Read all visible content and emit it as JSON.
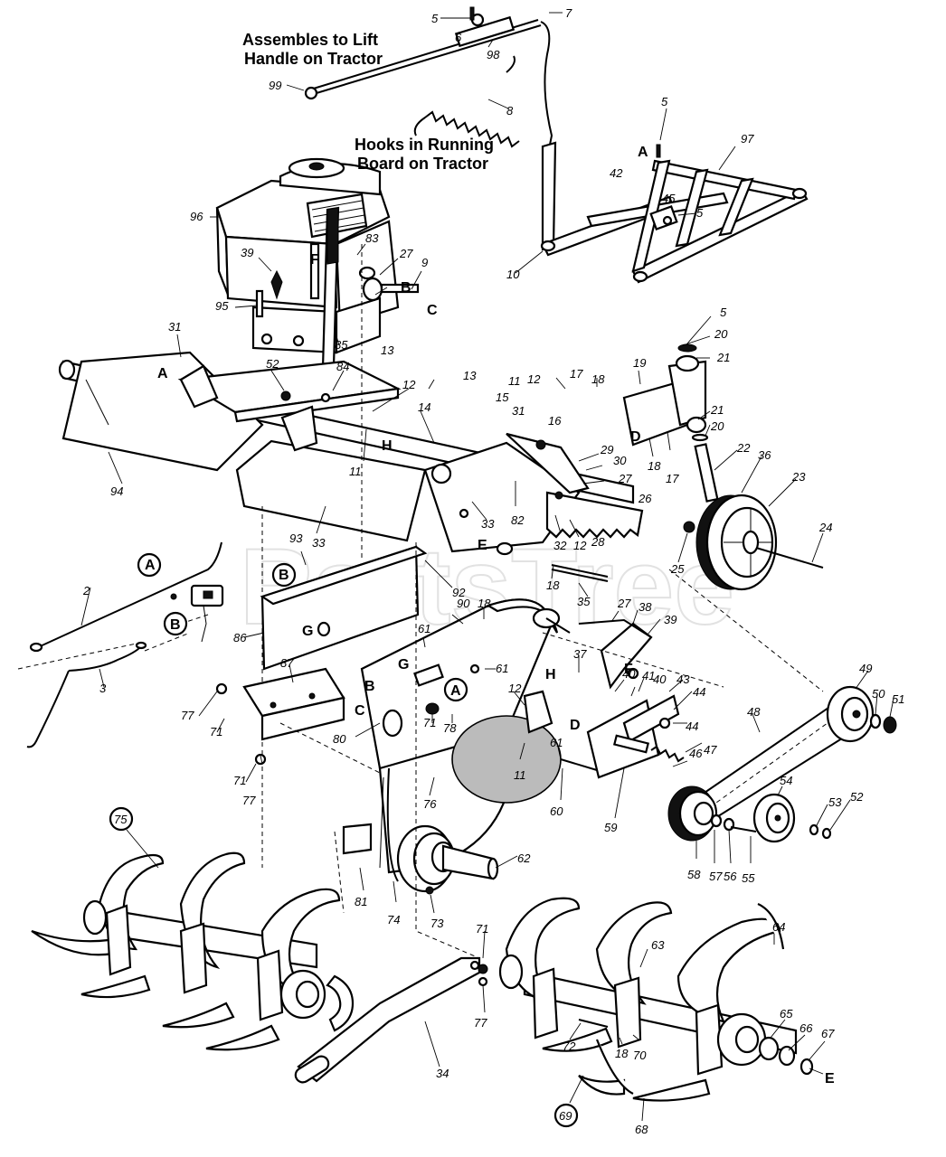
{
  "watermark": "PartsTree",
  "notes": {
    "lift_handle": [
      "Assembles to Lift",
      "Handle on Tractor"
    ],
    "running_board": [
      "Hooks in Running",
      "Board on Tractor"
    ]
  },
  "callouts": {
    "A1": "A",
    "A2": "A",
    "A3": "A",
    "A4": "A",
    "B1": "B",
    "B2": "B",
    "B3": "B",
    "C1": "C",
    "C2": "C",
    "D1": "D",
    "D2": "D",
    "E1": "E",
    "E2": "E",
    "F1": "F",
    "F2": "F",
    "G1": "G",
    "G2": "G",
    "H1": "H",
    "H2": "H"
  },
  "part_numbers": {
    "n5a": "5",
    "n6": "6",
    "n7": "7",
    "n98": "98",
    "n99": "99",
    "n8": "8",
    "n5b": "5",
    "n97": "97",
    "n42": "42",
    "n45": "45",
    "n5c": "5",
    "n10": "10",
    "n96": "96",
    "n39": "39",
    "n83": "83",
    "n27a": "27",
    "n9": "9",
    "n95": "95",
    "n85": "85",
    "n31a": "31",
    "n52a": "52",
    "n84": "84",
    "n13a": "13",
    "n13b": "13",
    "n12a": "12",
    "n11a": "11",
    "n14": "14",
    "n94": "94",
    "n15": "15",
    "n11b": "11",
    "n12b": "12",
    "n31b": "31",
    "n16": "16",
    "n17a": "17",
    "n18a": "18",
    "n19": "19",
    "n5d": "5",
    "n20a": "20",
    "n21a": "21",
    "n21b": "21",
    "n20b": "20",
    "n22": "22",
    "n36": "36",
    "n23": "23",
    "n24": "24",
    "n25": "25",
    "n18b": "18",
    "n17b": "17",
    "n29": "29",
    "n30": "30",
    "n27b": "27",
    "n26": "26",
    "n28": "28",
    "n82": "82",
    "n33a": "33",
    "n32": "32",
    "n12c": "12",
    "n18c": "18",
    "n35": "35",
    "n93": "93",
    "n33b": "33",
    "n92": "92",
    "n86": "86",
    "n2": "2",
    "n3": "3",
    "n90": "90",
    "n18d": "18",
    "n61a": "61",
    "n61b": "61",
    "n27c": "27",
    "n38": "38",
    "n39b": "39",
    "n37": "37",
    "n40a": "40",
    "n40b": "40",
    "n41": "41",
    "n43": "43",
    "n44a": "44",
    "n44b": "44",
    "n49": "49",
    "n50": "50",
    "n51": "51",
    "n48": "48",
    "n87": "87",
    "n77a": "77",
    "n71a": "71",
    "n71b": "71",
    "n77b": "77",
    "n71c": "71",
    "n78": "78",
    "n80": "80",
    "n12d": "12",
    "n11c": "11",
    "n61c": "61",
    "n46": "46",
    "n47": "47",
    "n60": "60",
    "n59": "59",
    "n76": "76",
    "n54": "54",
    "n53": "53",
    "n52b": "52",
    "n58": "58",
    "n57": "57",
    "n56": "56",
    "n55": "55",
    "n75": "75",
    "n81": "81",
    "n74": "74",
    "n73": "73",
    "n62": "62",
    "n71d": "71",
    "n77c": "77",
    "n63": "63",
    "n64": "64",
    "n34": "34",
    "n72": "72",
    "n18e": "18",
    "n70": "70",
    "n65": "65",
    "n66": "66",
    "n67": "67",
    "n69": "69",
    "n68": "68"
  },
  "colors": {
    "ink": "#000000",
    "paper": "#ffffff",
    "watermark": "#e2e2e2"
  }
}
